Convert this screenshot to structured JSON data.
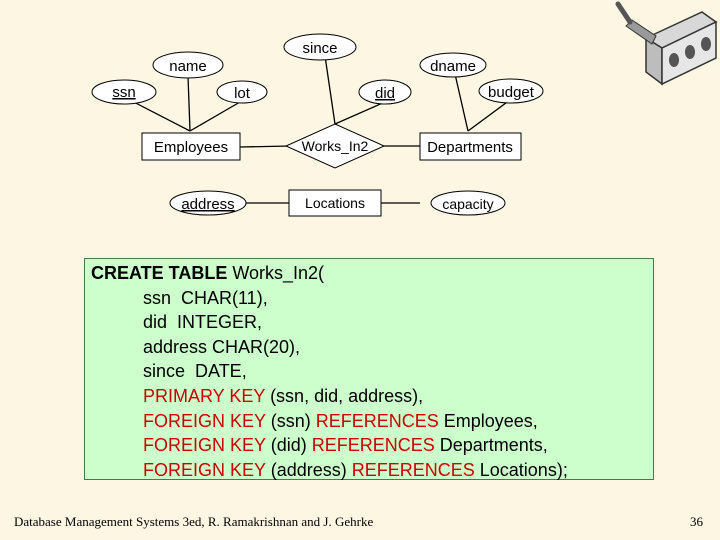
{
  "er": {
    "attr_since": "since",
    "attr_name": "name",
    "attr_dname": "dname",
    "attr_ssn": "ssn",
    "attr_lot": "lot",
    "attr_did": "did",
    "attr_budget": "budget",
    "entity_employees": "Employees",
    "rel_works": "Works_In2",
    "entity_departments": "Departments",
    "attr_address": "address",
    "entity_locations": "Locations",
    "attr_capacity": "capacity"
  },
  "sql": {
    "l1_kw": "CREATE TABLE",
    "l1_rest": " Works_In2(",
    "l2": "ssn  CHAR(11),",
    "l3": "did  INTEGER,",
    "l4": "address CHAR(20),",
    "l5": "since  DATE,",
    "l6_kw": "PRIMARY KEY",
    "l6_rest": " (ssn, did, address),",
    "l7_kw": "FOREIGN KEY",
    "l7_mid": " (ssn) ",
    "l7_ref": "REFERENCES",
    "l7_rest": " Employees,",
    "l8_kw": "FOREIGN KEY",
    "l8_mid": " (did) ",
    "l8_ref": "REFERENCES",
    "l8_rest": " Departments,",
    "l9_kw": "FOREIGN KEY",
    "l9_mid": " (address) ",
    "l9_ref": "REFERENCES",
    "l9_rest": " Locations);"
  },
  "footer": {
    "text": "Database Management Systems 3ed,  R. Ramakrishnan and J. Gehrke",
    "page": "36"
  },
  "colors": {
    "background": "#fdf6e3",
    "sql_box": "#ccffcc",
    "keyword_red": "#cc0000",
    "attr_fill": "#ffffff"
  }
}
